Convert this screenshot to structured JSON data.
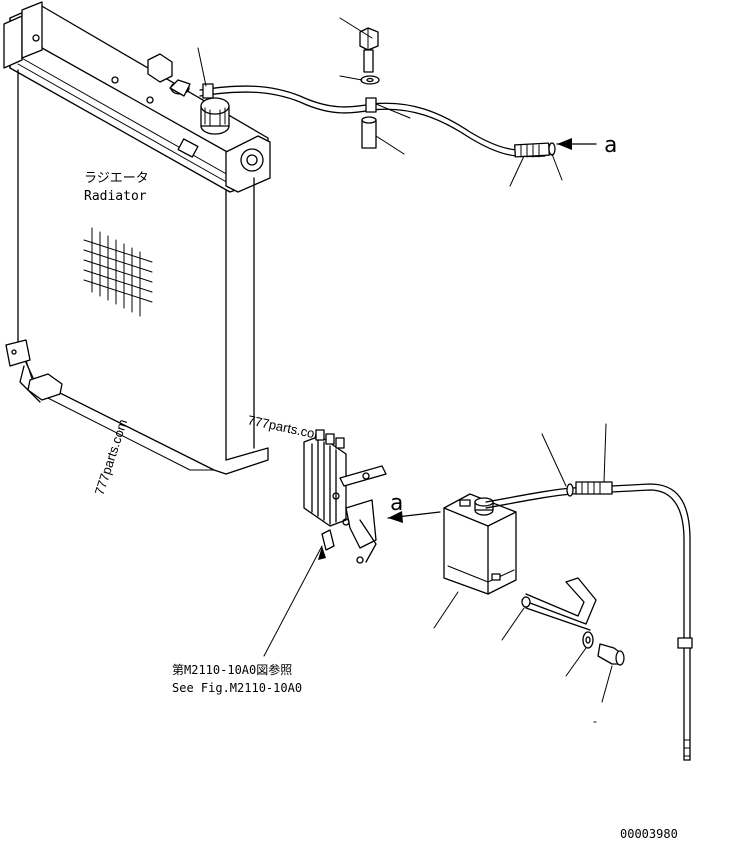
{
  "labels": {
    "radiator_jp": "ラジエータ",
    "radiator_en": "Radiator",
    "ref_jp": "第M2110-10A0図参照",
    "ref_en": "See Fig.M2110-10A0",
    "arrow_a_top": "a",
    "arrow_a_mid": "a",
    "drawing_number": "00003980"
  },
  "watermarks": {
    "mark_1": "777parts.com",
    "mark_2": "777parts.com"
  }
}
